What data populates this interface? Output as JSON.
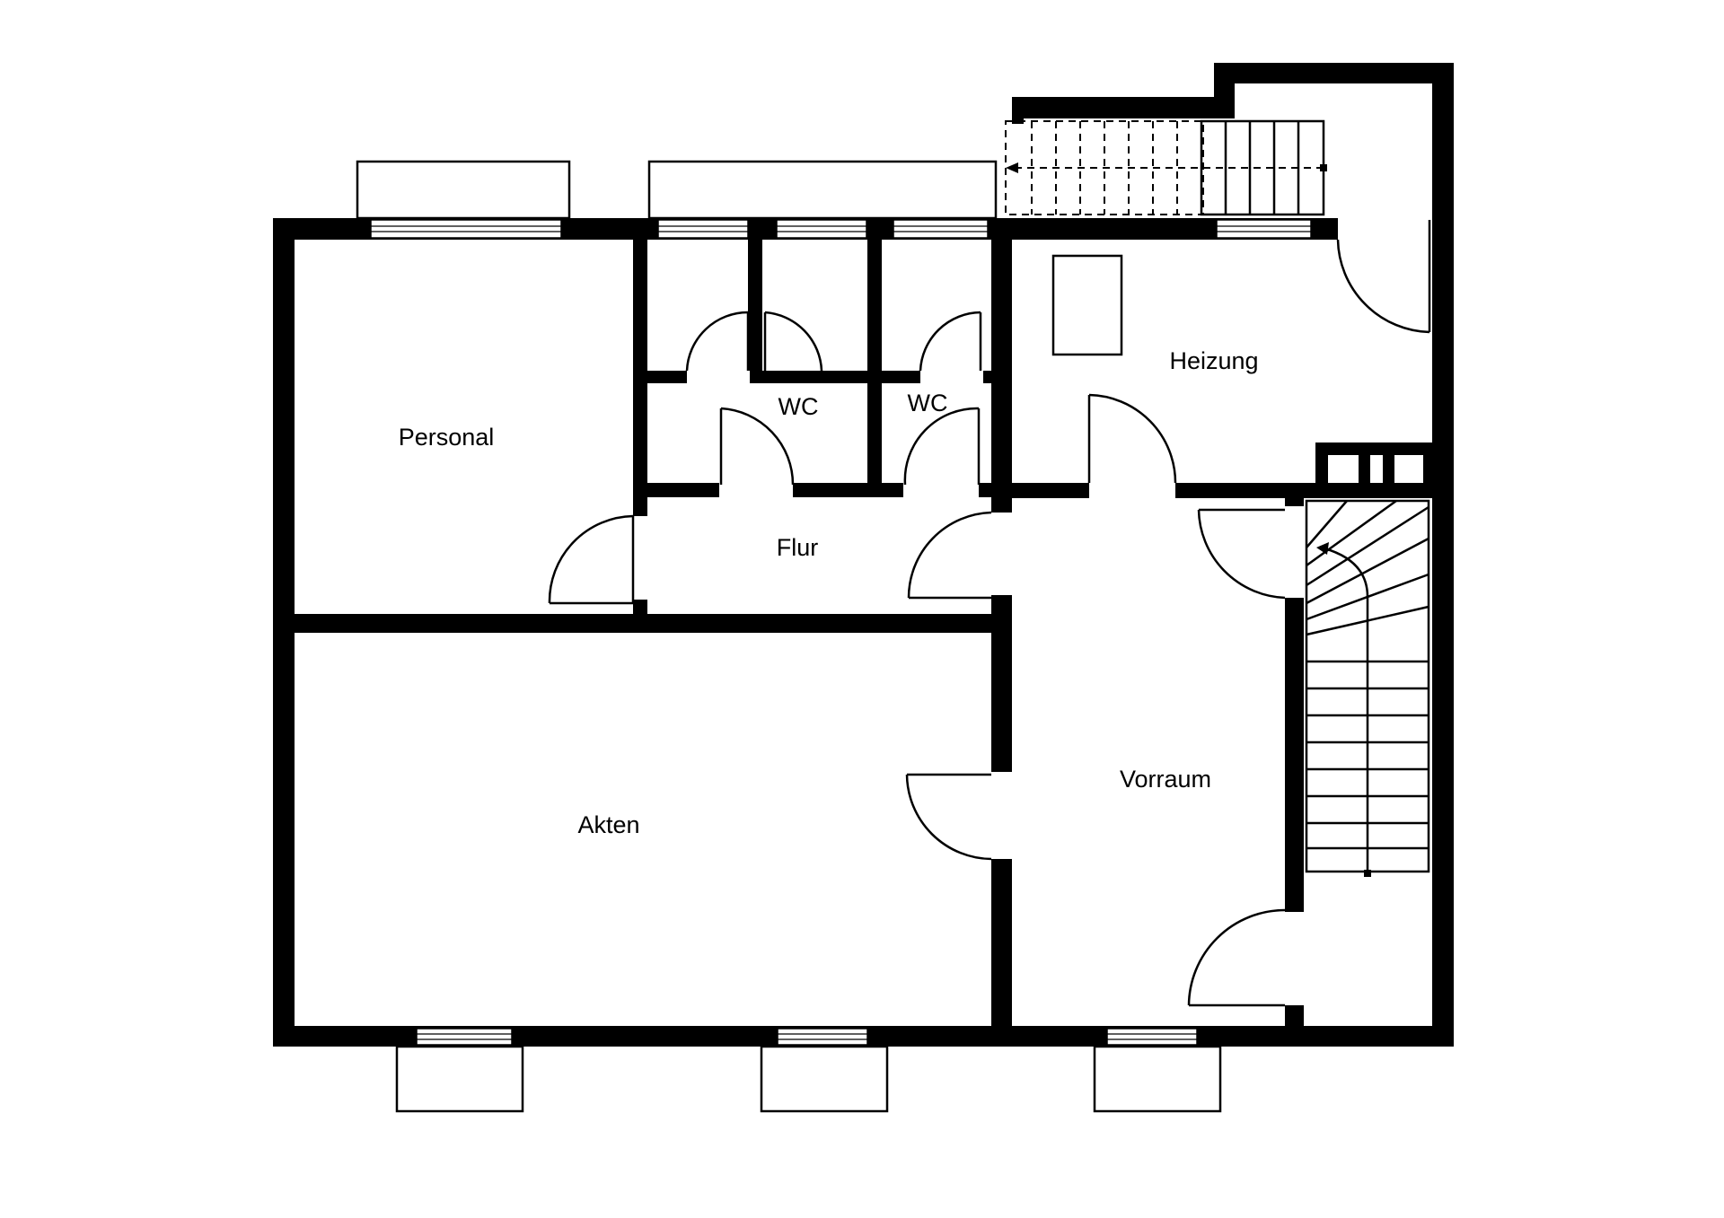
{
  "rooms": {
    "personal": "Personal",
    "wc_left": "WC",
    "wc_right": "WC",
    "heizung": "Heizung",
    "flur": "Flur",
    "akten": "Akten",
    "vorraum": "Vorraum"
  },
  "colors": {
    "wall": "#000000",
    "background": "#ffffff"
  }
}
